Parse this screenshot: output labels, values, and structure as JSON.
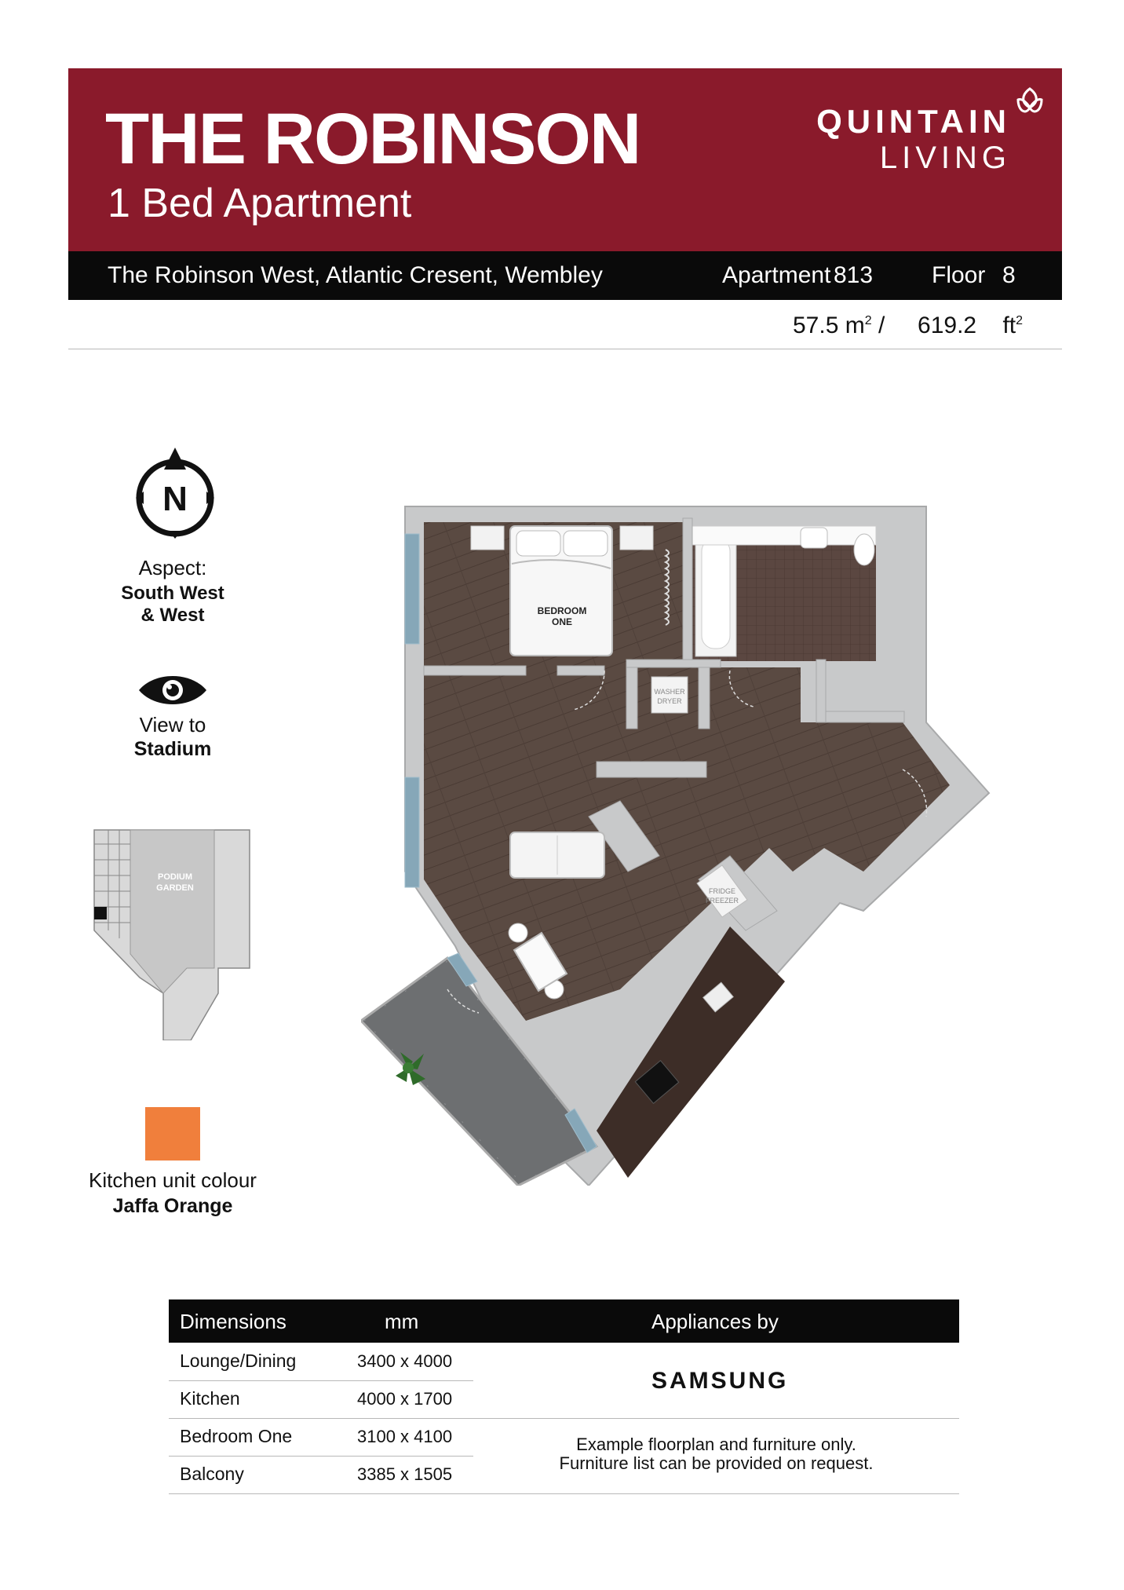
{
  "header": {
    "title": "THE ROBINSON",
    "subtitle": "1 Bed Apartment",
    "brand_line1": "QUINTAIN",
    "brand_line2": "LIVING",
    "accent_color": "#8a1a2b"
  },
  "info_bar": {
    "address": "The Robinson West, Atlantic Cresent, Wembley",
    "apartment_label": "Apartment",
    "apartment_number": "813",
    "floor_label": "Floor",
    "floor_number": "8"
  },
  "area": {
    "sqm": "57.5",
    "sqm_unit": "m",
    "separator": "/",
    "sqft": "619.2",
    "sqft_unit": "ft"
  },
  "aspect": {
    "compass_letter": "N",
    "label": "Aspect:",
    "value_line1": "South West",
    "value_line2": "& West"
  },
  "view": {
    "label": "View to",
    "value": "Stadium"
  },
  "keyplan": {
    "label_line1": "PODIUM",
    "label_line2": "GARDEN"
  },
  "kitchen_colour": {
    "label": "Kitchen unit colour",
    "value": "Jaffa Orange",
    "swatch": "#f07f3c"
  },
  "plan_labels": {
    "bedroom_line1": "BEDROOM",
    "bedroom_line2": "ONE",
    "washer_line1": "WASHER",
    "washer_line2": "DRYER",
    "fridge_line1": "FRIDGE",
    "fridge_line2": "FREEZER"
  },
  "table": {
    "col_dimensions": "Dimensions",
    "col_unit": "mm",
    "col_appliances": "Appliances by",
    "rows": [
      {
        "room": "Lounge/Dining",
        "size": "3400 x 4000"
      },
      {
        "room": "Kitchen",
        "size": "4000 x 1700"
      },
      {
        "room": "Bedroom One",
        "size": "3100 x 4100"
      },
      {
        "room": "Balcony",
        "size": "3385 x 1505"
      }
    ],
    "appliance_brand": "SAMSUNG",
    "note_line1": "Example floorplan and furniture only.",
    "note_line2": "Furniture list can be provided on request."
  }
}
